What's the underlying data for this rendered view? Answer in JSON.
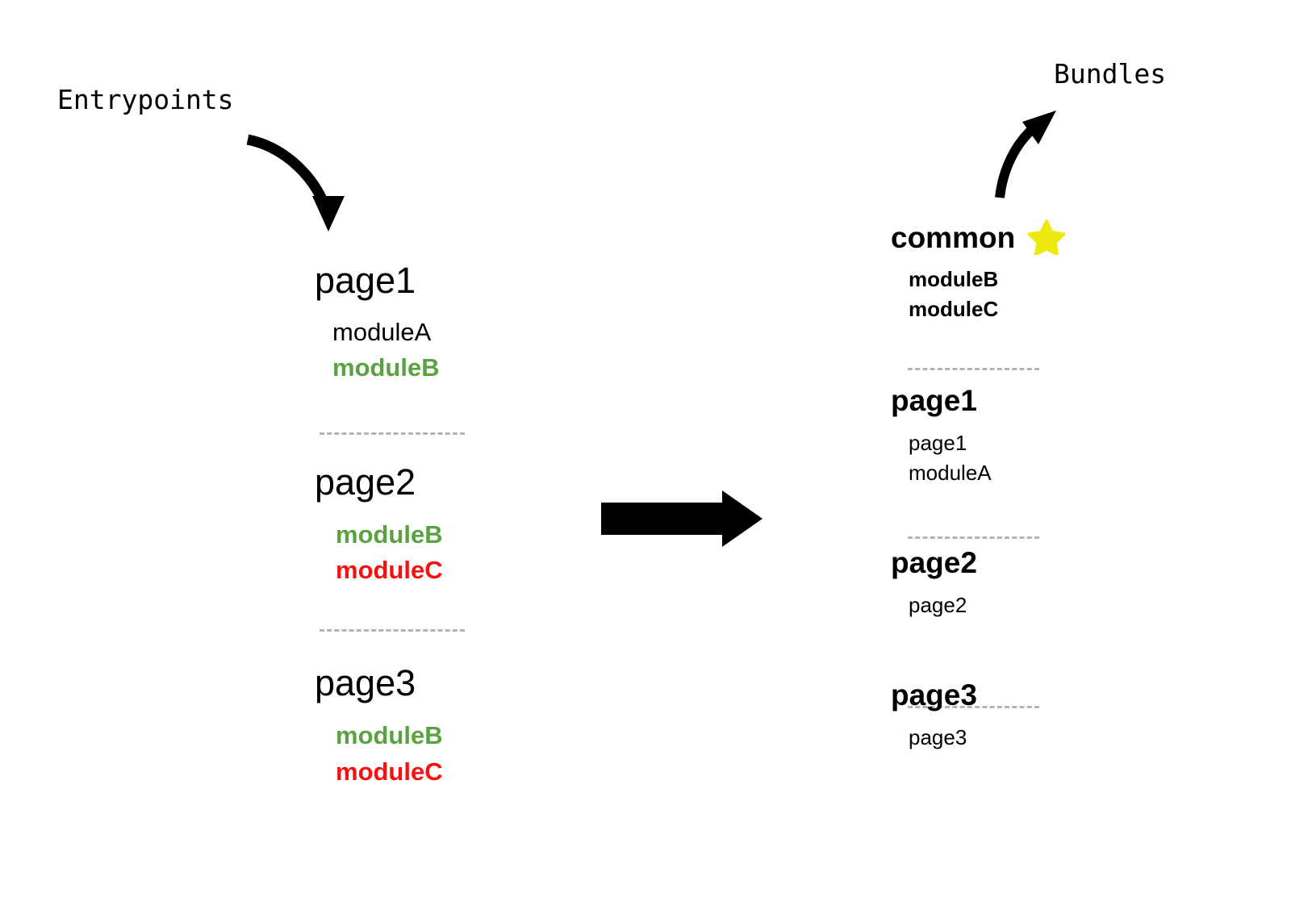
{
  "diagram": {
    "left_heading": "Entrypoints",
    "right_heading": "Bundles",
    "transform_arrow": "right-block-arrow",
    "entry_arrow": "curved-down-right-arrow",
    "bundle_arrow": "curved-up-right-arrow",
    "colors": {
      "green": "#5aa143",
      "red": "#fa0f0f",
      "star_yellow": "#efe80c",
      "divider_gray": "#b4b4b4",
      "text_black": "#000000",
      "background": "#ffffff"
    }
  },
  "entrypoints": {
    "groups": [
      {
        "title": "page1",
        "modules": [
          {
            "name": "moduleA",
            "color": "black",
            "bold": false
          },
          {
            "name": "moduleB",
            "color": "green",
            "bold": true
          }
        ]
      },
      {
        "title": "page2",
        "modules": [
          {
            "name": "moduleB",
            "color": "green",
            "bold": true
          },
          {
            "name": "moduleC",
            "color": "red",
            "bold": true
          }
        ]
      },
      {
        "title": "page3",
        "modules": [
          {
            "name": "moduleB",
            "color": "green",
            "bold": true
          },
          {
            "name": "moduleC",
            "color": "red",
            "bold": true
          }
        ]
      }
    ]
  },
  "bundles": {
    "groups": [
      {
        "title": "common",
        "badge": "star-icon",
        "modules": [
          {
            "name": "moduleB",
            "color": "green",
            "bold": true
          },
          {
            "name": "moduleC",
            "color": "red",
            "bold": true
          }
        ]
      },
      {
        "title": "page1",
        "badge": null,
        "modules": [
          {
            "name": "page1",
            "color": "black",
            "bold": false
          },
          {
            "name": "moduleA",
            "color": "black",
            "bold": false
          }
        ]
      },
      {
        "title": "page2",
        "badge": null,
        "modules": [
          {
            "name": "page2",
            "color": "black",
            "bold": false
          }
        ]
      },
      {
        "title": "page3",
        "badge": null,
        "modules": [
          {
            "name": "page3",
            "color": "black",
            "bold": false
          }
        ]
      }
    ]
  }
}
